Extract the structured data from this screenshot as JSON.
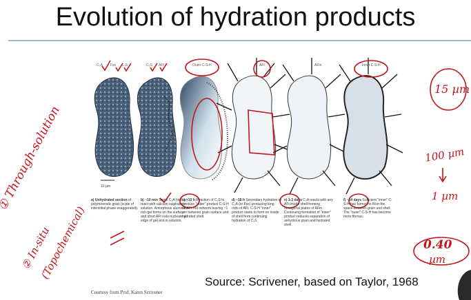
{
  "slide": {
    "title": "Evolution of hydration products",
    "source": "Source: Scrivener, based on Taylor, 1968",
    "courtesy": "Courtesy from Prof. Karen Scrivener",
    "scale_label": "10 µm"
  },
  "panels": [
    {
      "labels": [
        "C₃A",
        "Fss",
        "C₃S"
      ],
      "caption_title": "a) Unhydrated section",
      "caption_body": "of polymineralic grain (scale of interstitial phase exaggerated)."
    },
    {
      "labels": [
        "C₃S",
        "AFt"
      ],
      "caption_title": "b) ~10 min",
      "caption_body": "Some C₃A (or Fss) react with calcium sulphate in solution. Amorphous aluminate-rich gel forms on the surface and short AFt rods nucleate at edge of gel and in solution."
    },
    {
      "labels": [
        "Outer C-S-H"
      ],
      "caption_title": "c) ~10 h",
      "caption_body": "Reaction of C₃S to produce \"outer\" product C-S-H on AFt rod network leaving ~1 µm between grain surface and hydrated shell."
    },
    {
      "labels": [
        "AFt"
      ],
      "caption_title": "d) ~18 h",
      "caption_body": "Secondary hydration of C₃A (or Fss) producing long rods of AFt. C-S-H \"inner\" product starts to form on inside of shell from continuing hydration of C₃S."
    },
    {
      "labels": [
        "AFm"
      ],
      "caption_title": "e) 1-3 days",
      "caption_body": "C₃A reacts with any AFt inside shell forming hexagonal plates of AFm. Continuing formation of \"inner\" product reduces separation of anhydrous grain and hydrated shell."
    },
    {
      "labels": [
        "Inner C-S-H"
      ],
      "caption_title": "f) ~14 days",
      "caption_body": "Sufficient \"inner\" C-S-H has formed to fill in the space between grain and shell. The \"outer\" C-S-H has become more fibrous."
    }
  ],
  "annotations": {
    "left_1": "① Through-solution",
    "left_2": "② In-situ",
    "left_3": "(Topochemical)",
    "right_1": "15 µm",
    "right_2": "100 µm",
    "right_3": "1 µm",
    "right_4": "0.40",
    "right_5": "µm"
  },
  "colors": {
    "ink_red": "#c4141c",
    "rule_blue": "#9fb8d6",
    "grain_dark": "#3a4e66",
    "grain_light": "#e7f0f7"
  }
}
